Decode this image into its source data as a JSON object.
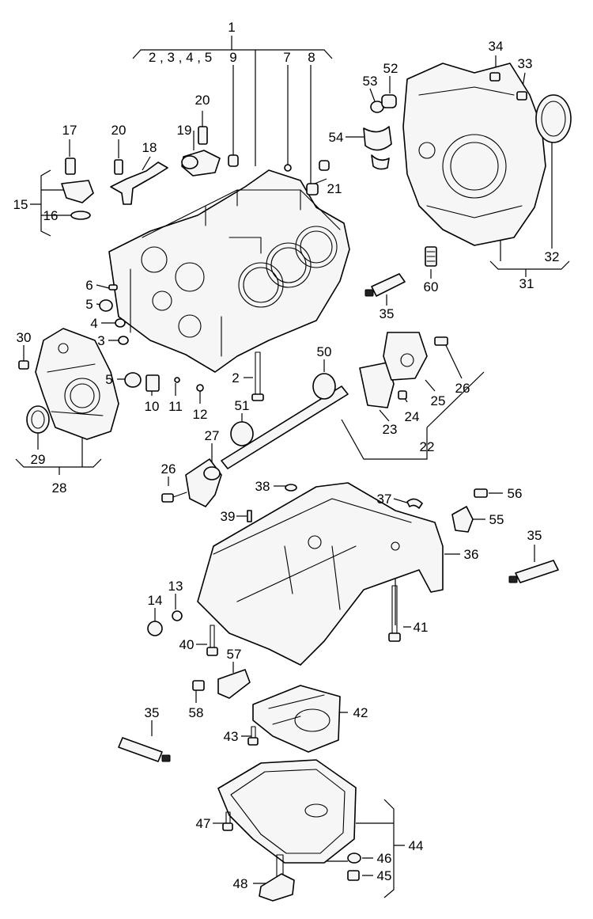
{
  "diagram": {
    "callouts": [
      {
        "id": "c1",
        "text": "1"
      },
      {
        "id": "c2345",
        "text": "2 , 3 , 4 , 5"
      },
      {
        "id": "c9",
        "text": "9"
      },
      {
        "id": "c7",
        "text": "7"
      },
      {
        "id": "c8",
        "text": "8"
      },
      {
        "id": "c17",
        "text": "17"
      },
      {
        "id": "c20a",
        "text": "20"
      },
      {
        "id": "c20b",
        "text": "20"
      },
      {
        "id": "c19",
        "text": "19"
      },
      {
        "id": "c18",
        "text": "18"
      },
      {
        "id": "c15",
        "text": "15"
      },
      {
        "id": "c16",
        "text": "16"
      },
      {
        "id": "c21",
        "text": "21"
      },
      {
        "id": "c53",
        "text": "53"
      },
      {
        "id": "c52",
        "text": "52"
      },
      {
        "id": "c54",
        "text": "54"
      },
      {
        "id": "c34",
        "text": "34"
      },
      {
        "id": "c33",
        "text": "33"
      },
      {
        "id": "c32",
        "text": "32"
      },
      {
        "id": "c31",
        "text": "31"
      },
      {
        "id": "c60",
        "text": "60"
      },
      {
        "id": "c35a",
        "text": "35"
      },
      {
        "id": "c6",
        "text": "6"
      },
      {
        "id": "c5a",
        "text": "5"
      },
      {
        "id": "c4",
        "text": "4"
      },
      {
        "id": "c3",
        "text": "3"
      },
      {
        "id": "c30",
        "text": "30"
      },
      {
        "id": "c2",
        "text": "2"
      },
      {
        "id": "c50",
        "text": "50"
      },
      {
        "id": "c5b",
        "text": "5"
      },
      {
        "id": "c10",
        "text": "10"
      },
      {
        "id": "c11",
        "text": "11"
      },
      {
        "id": "c12",
        "text": "12"
      },
      {
        "id": "c25",
        "text": "25"
      },
      {
        "id": "c26a",
        "text": "26"
      },
      {
        "id": "c24",
        "text": "24"
      },
      {
        "id": "c23",
        "text": "23"
      },
      {
        "id": "c22",
        "text": "22"
      },
      {
        "id": "c51",
        "text": "51"
      },
      {
        "id": "c29",
        "text": "29"
      },
      {
        "id": "c28",
        "text": "28"
      },
      {
        "id": "c27",
        "text": "27"
      },
      {
        "id": "c26b",
        "text": "26"
      },
      {
        "id": "c38",
        "text": "38"
      },
      {
        "id": "c37",
        "text": "37"
      },
      {
        "id": "c56",
        "text": "56"
      },
      {
        "id": "c55",
        "text": "55"
      },
      {
        "id": "c39",
        "text": "39"
      },
      {
        "id": "c36",
        "text": "36"
      },
      {
        "id": "c35b",
        "text": "35"
      },
      {
        "id": "c14",
        "text": "14"
      },
      {
        "id": "c13",
        "text": "13"
      },
      {
        "id": "c41",
        "text": "41"
      },
      {
        "id": "c40",
        "text": "40"
      },
      {
        "id": "c57",
        "text": "57"
      },
      {
        "id": "c58",
        "text": "58"
      },
      {
        "id": "c35c",
        "text": "35"
      },
      {
        "id": "c42",
        "text": "42"
      },
      {
        "id": "c43",
        "text": "43"
      },
      {
        "id": "c47",
        "text": "47"
      },
      {
        "id": "c44",
        "text": "44"
      },
      {
        "id": "c46",
        "text": "46"
      },
      {
        "id": "c45",
        "text": "45"
      },
      {
        "id": "c48",
        "text": "48"
      }
    ]
  }
}
